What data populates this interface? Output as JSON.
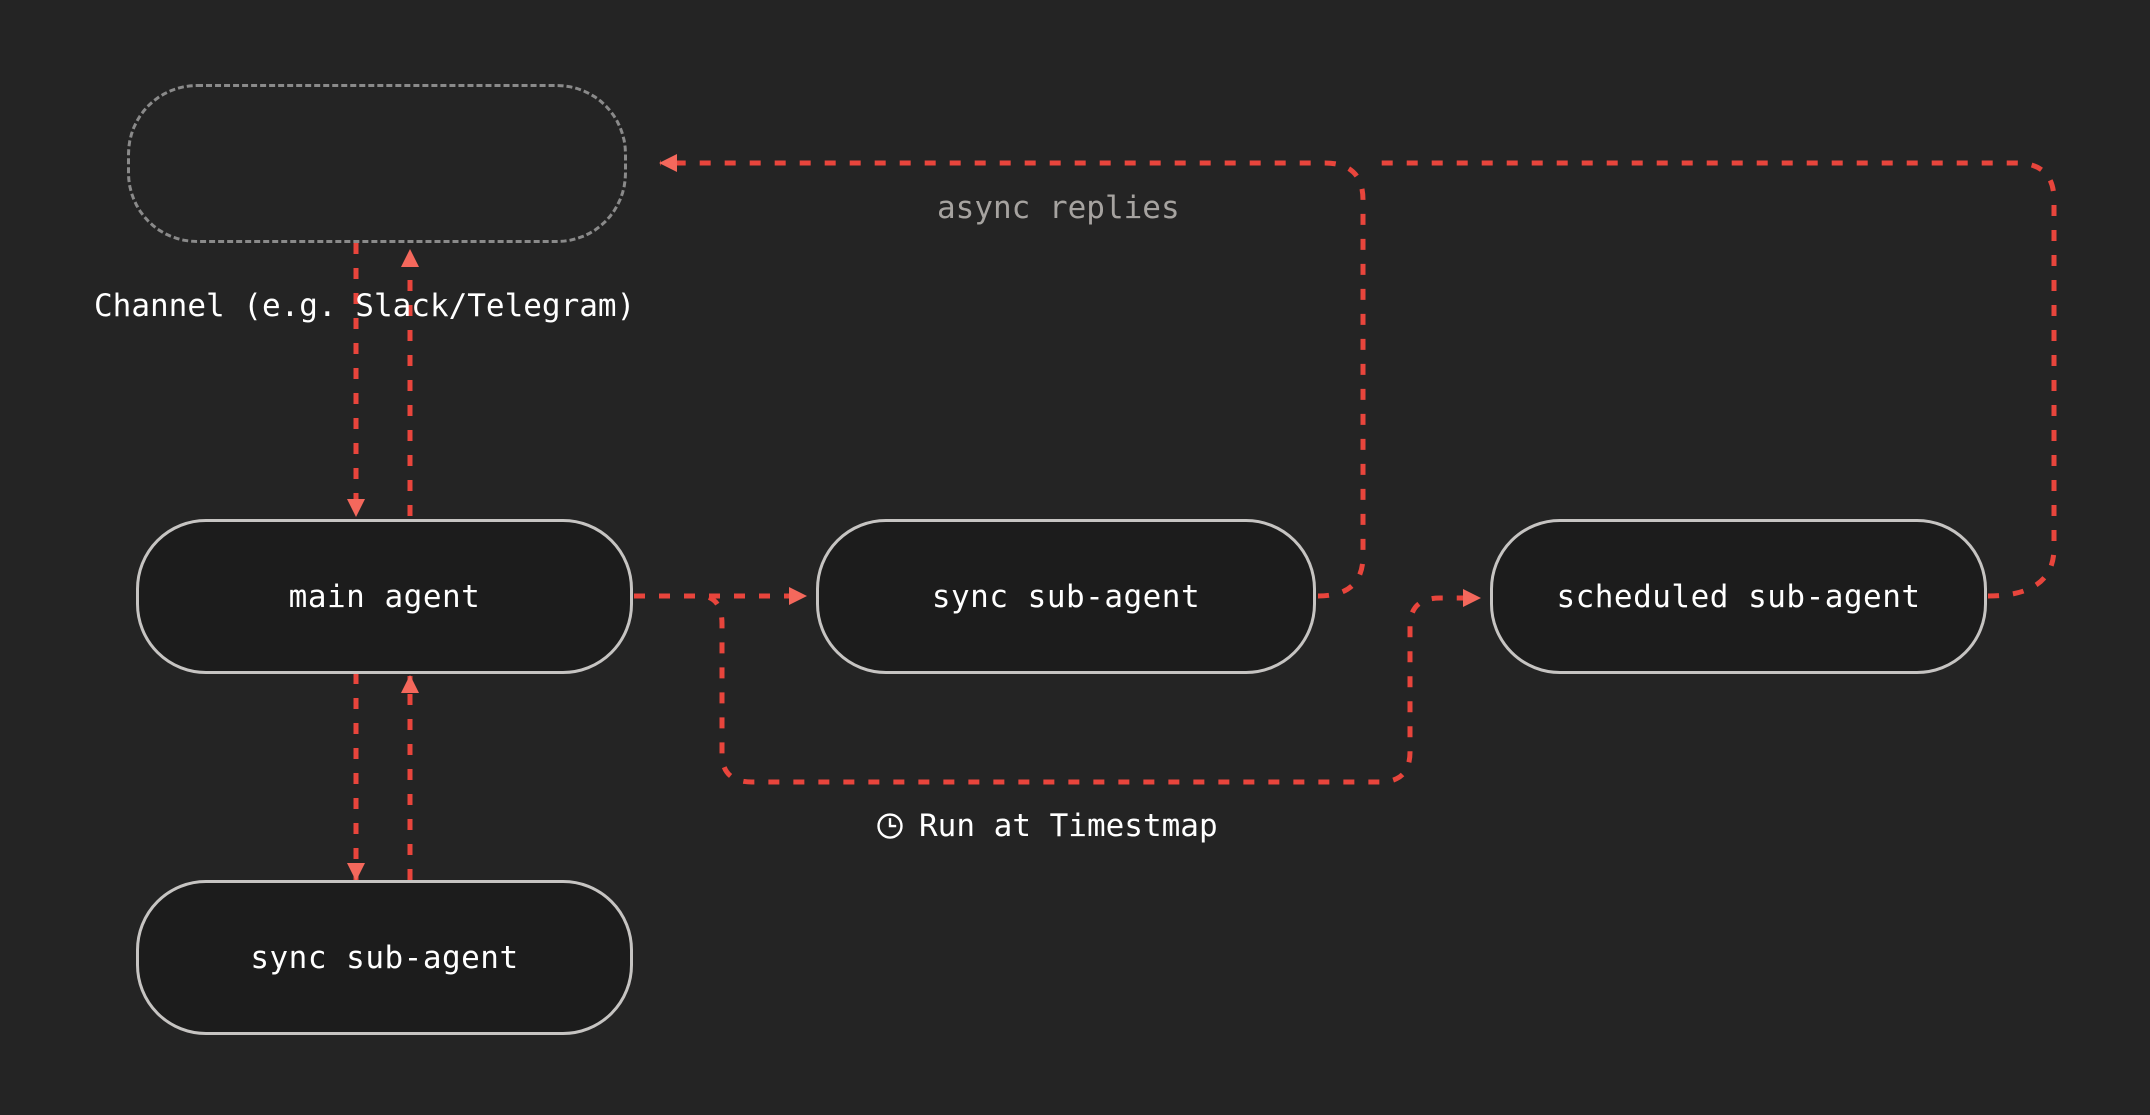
{
  "diagram": {
    "title": "agent orchestration flow",
    "background_color": "#242424",
    "node_fill": "#1c1c1c",
    "node_border": "#c6c4c2",
    "dashed_node_border": "#8a8a8a",
    "edge_color": "#e8453c",
    "arrow_color": "#f4685c",
    "text_color": "#ffffff",
    "muted_text_color": "#a6a3a0"
  },
  "nodes": [
    {
      "id": "channel",
      "label": "",
      "style": "dashed"
    },
    {
      "id": "main",
      "label": "main agent",
      "style": "solid"
    },
    {
      "id": "sync_top",
      "label": "sync sub-agent",
      "style": "solid"
    },
    {
      "id": "scheduled",
      "label": "scheduled sub-agent",
      "style": "solid"
    },
    {
      "id": "sync_bot",
      "label": "sync sub-agent",
      "style": "solid"
    }
  ],
  "labels": {
    "channel_caption": "Channel (e.g. Slack/Telegram)",
    "async_replies": "async replies",
    "run_at_timestamp": "Run at Timestmap",
    "clock_icon": "clock-icon"
  },
  "edges": [
    {
      "from": "channel",
      "to": "main",
      "label": "",
      "direction": "down"
    },
    {
      "from": "main",
      "to": "channel",
      "label": "",
      "direction": "up"
    },
    {
      "from": "main",
      "to": "sync_bot",
      "label": "",
      "direction": "down"
    },
    {
      "from": "sync_bot",
      "to": "main",
      "label": "",
      "direction": "up"
    },
    {
      "from": "main",
      "to": "sync_top",
      "label": "",
      "direction": "right"
    },
    {
      "from": "main",
      "to": "scheduled",
      "label": "Run at Timestmap",
      "direction": "right"
    },
    {
      "from": "sync_top",
      "to": "channel",
      "label": "async replies",
      "direction": "up-left"
    },
    {
      "from": "scheduled",
      "to": "channel",
      "label": "async replies",
      "direction": "up-left"
    }
  ]
}
